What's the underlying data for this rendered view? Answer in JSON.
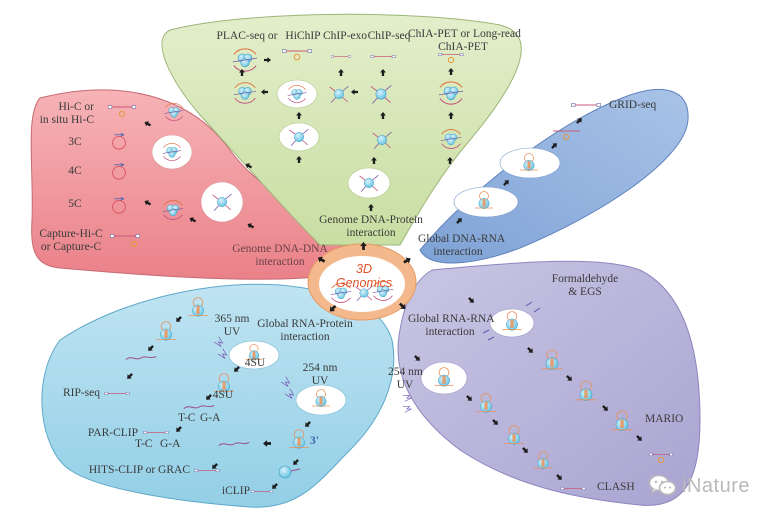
{
  "diagram": {
    "center": {
      "title": "3D Genomics"
    },
    "colors": {
      "dna_dna_region": "#ee8a92",
      "dna_protein_region": "#d3e4b4",
      "dna_rna_region": "#93b3de",
      "rna_rna_region": "#b9b5d8",
      "rna_protein_region": "#a9d9ec",
      "center_ring": "#f3b88c",
      "center_title": "#e0552a",
      "text": "#3a3a3a",
      "arrow": "#1c1c1c",
      "watermark": "#b9b9b9"
    },
    "regions": {
      "dna_dna": {
        "title_line1": "Genome DNA-DNA",
        "title_line2": "interaction",
        "methods": [
          {
            "line1": "Hi-C or",
            "line2": "in situ Hi-C"
          },
          {
            "line1": "3C"
          },
          {
            "line1": "4C"
          },
          {
            "line1": "5C"
          },
          {
            "line1": "Capture-Hi-C",
            "line2": "or Capture-C"
          }
        ]
      },
      "dna_protein": {
        "title_line1": "Genome DNA-Protein",
        "title_line2": "interaction",
        "methods": [
          {
            "line1": "PLAC-seq or"
          },
          {
            "line1": "HiChIP"
          },
          {
            "line1": "ChIP-exo"
          },
          {
            "line1": "ChIP-seq"
          },
          {
            "line1": "ChIA-PET or Long-read",
            "line2": "ChIA-PET"
          }
        ]
      },
      "dna_rna": {
        "title_line1": "Global DNA-RNA",
        "title_line2": "interaction",
        "methods": [
          {
            "line1": "GRID-seq"
          }
        ]
      },
      "rna_rna": {
        "title_line1": "Global RNA-RNA",
        "title_line2": "interaction",
        "crosslink_line1": "Formaldehyde",
        "crosslink_line2": "& EGS",
        "uv_line1": "254 nm",
        "uv_line2": "UV",
        "methods": [
          {
            "line1": "MARIO"
          },
          {
            "line1": "CLASH"
          }
        ]
      },
      "rna_protein": {
        "title_line1": "Global RNA-Protein",
        "title_line2": "interaction",
        "uv365_line1": "365 nm",
        "uv365_line2": "UV",
        "uv254_line1": "254 nm",
        "uv254_line2": "UV",
        "label_4su_a": "4SU",
        "label_4su_b": "4SU",
        "mut_tc_a": "T-C",
        "mut_ga_a": "G-A",
        "mut_tc_b": "T-C",
        "mut_ga_b": "G-A",
        "end_3prime": "3'",
        "methods": [
          {
            "line1": "RIP-seq"
          },
          {
            "line1": "PAR-CLIP"
          },
          {
            "line1": "HITS-CLIP or GRAC"
          },
          {
            "line1": "iCLIP"
          }
        ]
      }
    },
    "watermark": {
      "text": "iNature",
      "icon": "wechat-icon"
    }
  }
}
